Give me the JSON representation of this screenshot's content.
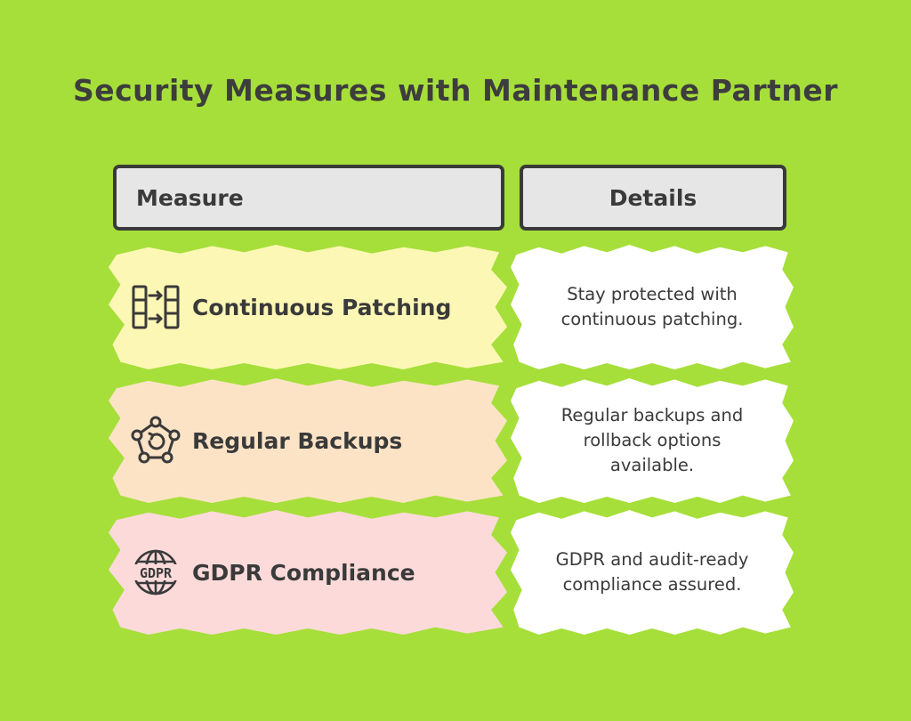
{
  "title": "Security Measures with Maintenance Partner",
  "headers": {
    "measure": "Measure",
    "details": "Details"
  },
  "rows": [
    {
      "measure": "Continuous Patching",
      "icon": "patching-arrows-icon",
      "details": "Stay protected with continuous patching.",
      "color": "#fdf7b5"
    },
    {
      "measure": "Regular Backups",
      "icon": "backup-network-icon",
      "details": "Regular backups and rollback options available.",
      "color": "#fde3c6"
    },
    {
      "measure": "GDPR Compliance",
      "icon": "gdpr-globe-icon",
      "details": "GDPR and audit-ready compliance assured.",
      "color": "#fddada"
    }
  ]
}
